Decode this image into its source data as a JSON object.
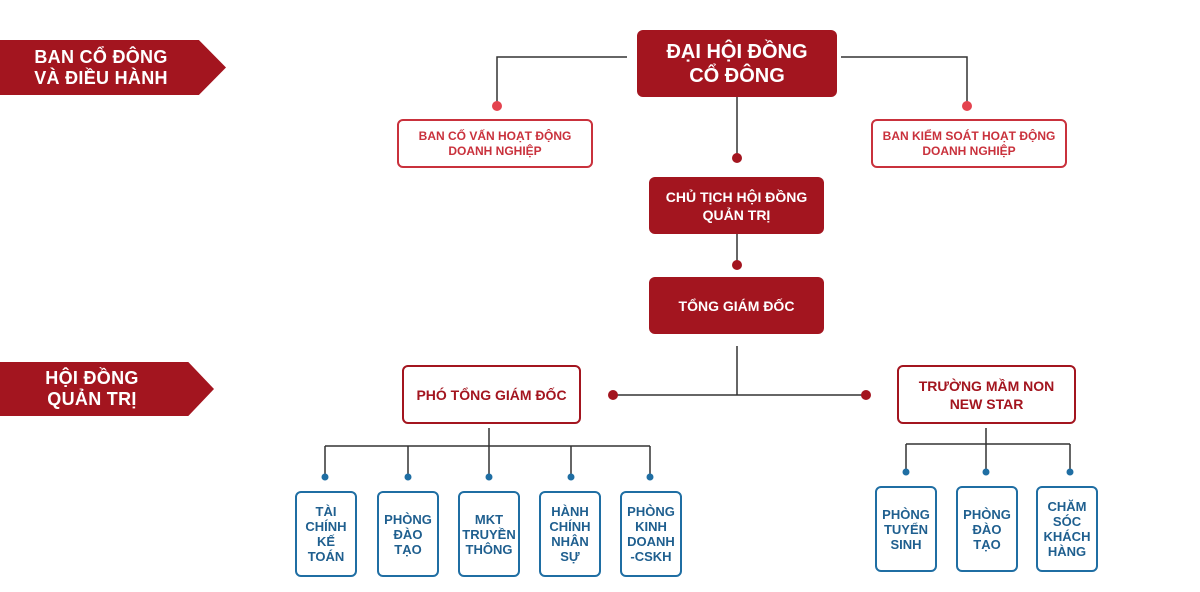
{
  "banners": {
    "top": [
      "BAN CỔ ĐÔNG",
      "VÀ ĐIỀU HÀNH"
    ],
    "bottom": [
      "HỘI ĐỒNG",
      "QUẢN TRỊ"
    ]
  },
  "nodes": {
    "agm": [
      "ĐẠI HỘI ĐỒNG",
      "CỔ ĐÔNG"
    ],
    "advisory": [
      "BAN CỐ VẤN HOẠT ĐỘNG",
      "DOANH NGHIỆP"
    ],
    "supervisory": [
      "BAN KIỂM SOÁT HOẠT ĐỘNG",
      "DOANH NGHIỆP"
    ],
    "chairman": [
      "CHỦ TỊCH HỘI ĐỒNG",
      "QUẢN TRỊ"
    ],
    "ceo": [
      "TỔNG GIÁM ĐỐC"
    ],
    "deputy": [
      "PHÓ TỔNG GIÁM ĐỐC"
    ],
    "school": [
      "TRƯỜNG MẦM NON",
      "NEW STAR"
    ]
  },
  "departments": [
    [
      "TÀI",
      "CHÍNH",
      "KẾ",
      "TOÁN"
    ],
    [
      "PHÒNG",
      "ĐÀO",
      "TẠO"
    ],
    [
      "MKT",
      "TRUYỀN",
      "THÔNG"
    ],
    [
      "HÀNH",
      "CHÍNH",
      "NHÂN",
      "SỰ"
    ],
    [
      "PHÒNG",
      "KINH",
      "DOANH",
      "-CSKH"
    ],
    [
      "PHÒNG",
      "TUYỂN",
      "SINH"
    ],
    [
      "PHÒNG",
      "ĐÀO",
      "TẠO"
    ],
    [
      "CHĂM",
      "SÓC",
      "KHÁCH",
      "HÀNG"
    ]
  ],
  "colors": {
    "primary": "#a3151f",
    "accent_red": "#c9313c",
    "connector": "#333333",
    "department_blue": "#1f6ea3"
  }
}
